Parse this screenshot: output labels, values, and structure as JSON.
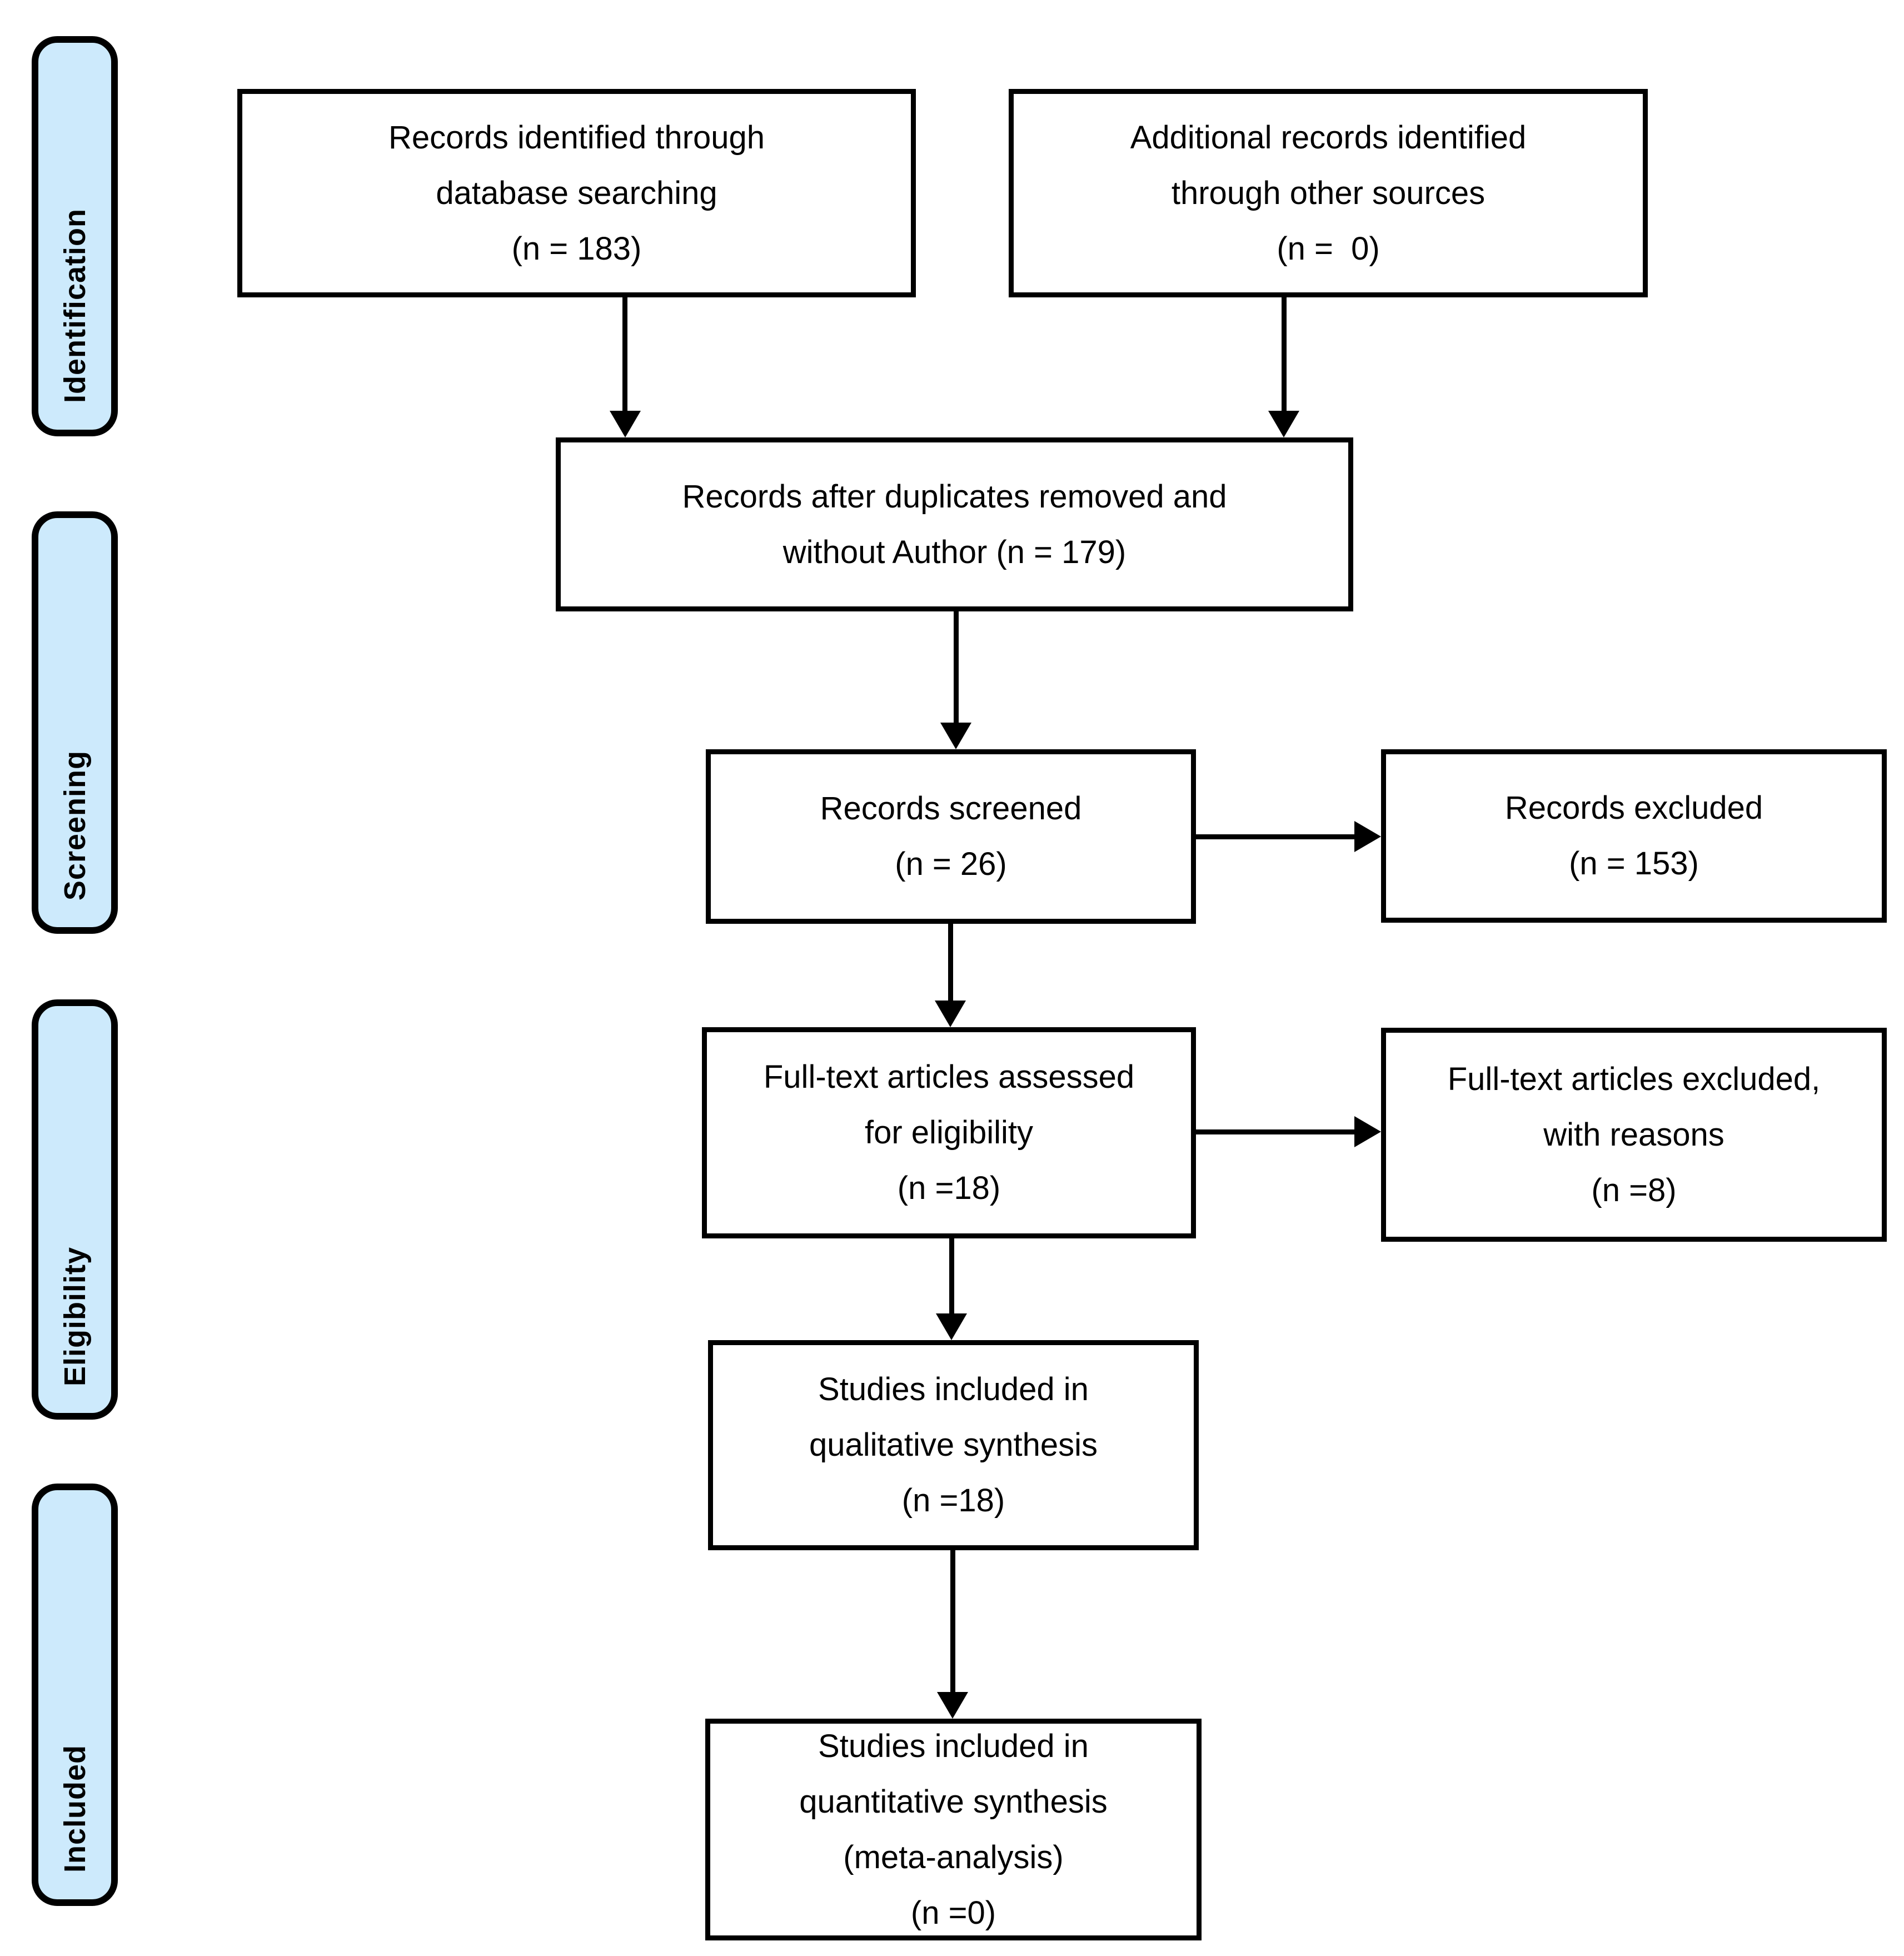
{
  "diagram": {
    "colors": {
      "stage_fill": "#cdeafc",
      "line_color": "#000000",
      "background": "#ffffff"
    },
    "stages": [
      {
        "label": "Identification"
      },
      {
        "label": "Screening"
      },
      {
        "label": "Eligibility"
      },
      {
        "label": "Included"
      }
    ],
    "boxes": [
      {
        "name": "records-identified",
        "lines": [
          "Records identified through",
          "database searching",
          "(n = 183)"
        ]
      },
      {
        "name": "additional-records",
        "lines": [
          "Additional records identified",
          "through other sources",
          "(n =  0)"
        ]
      },
      {
        "name": "duplicates-removed",
        "lines": [
          "Records after duplicates removed and",
          "without Author (n = 179)"
        ]
      },
      {
        "name": "records-screened",
        "lines": [
          "Records screened",
          "(n = 26)"
        ]
      },
      {
        "name": "records-excluded",
        "lines": [
          "Records excluded",
          "(n = 153)"
        ]
      },
      {
        "name": "fulltext-assessed",
        "lines": [
          "Full-text articles assessed",
          "for eligibility",
          "(n =18)"
        ]
      },
      {
        "name": "fulltext-excluded",
        "lines": [
          "Full-text articles excluded,",
          "with reasons",
          "(n =8)"
        ]
      },
      {
        "name": "qualitative-synthesis",
        "lines": [
          "Studies included in",
          "qualitative synthesis",
          "(n =18)"
        ]
      },
      {
        "name": "quantitative-synthesis",
        "lines": [
          "Studies included in",
          "quantitative synthesis",
          "(meta-analysis)",
          "(n =0)"
        ]
      }
    ]
  }
}
